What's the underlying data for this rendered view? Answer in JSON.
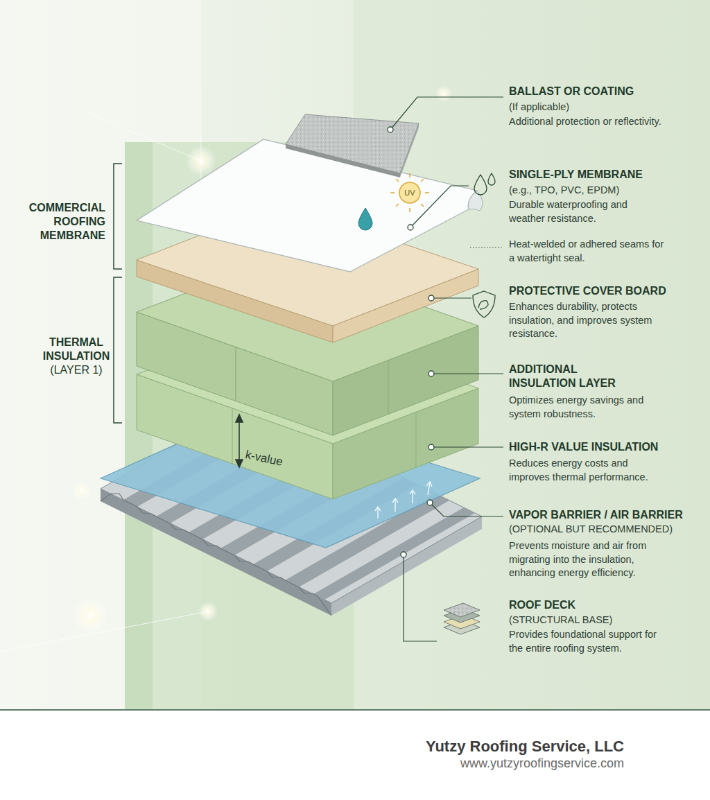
{
  "diagram": {
    "labels": [
      "COMMERCIAL ROOFING MEMBRANE",
      "THERMAL INSULATION",
      "(LAYER 1)",
      "BALLAST OR COATING",
      "(If applicable)",
      "Additional protection or reflectivity.",
      "SINGLE-PLY MEMBRANE",
      "(e.g., TPO, PVC, EPDM)",
      "Durable waterproofing and weather resistance.",
      "Heat-welded or adhered seams for a watertight seal.",
      "PROTECTIVE COVER BOARD",
      "Enhances durability, protects insulation, and improves system resistance.",
      "ADDITIONAL INSULATION LAYER",
      "Optimizes energy savings and system robustness.",
      "HIGH-R VALUE INSULATION",
      "Reduces energy costs and improves thermal performance.",
      "VAPOR BARRIER / AIR BARRIER",
      "(OPTIONAL BUT RECOMMENDED)",
      "Prevents moisture and air from migrating into the insulation, enhancing energy efficiency.",
      "ROOF DECK",
      "(STRUCTURAL BASE)",
      "Provides foundational support for the entire roofing system.",
      "UV",
      "k-value",
      "Yutzy Roofing Service, LLC",
      "www.yutzyroofingservice.com"
    ]
  }
}
